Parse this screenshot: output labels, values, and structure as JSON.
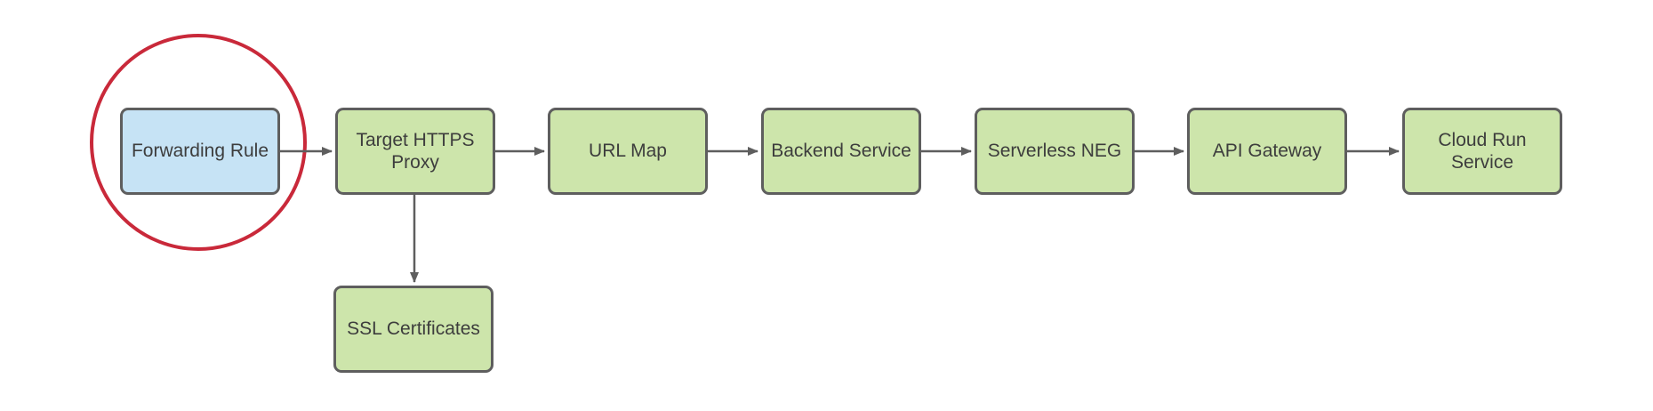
{
  "diagram": {
    "type": "flowchart",
    "colors": {
      "background": "#ffffff",
      "node_green_fill": "#cde5ab",
      "node_blue_fill": "#c6e3f5",
      "node_border": "#5e5e5e",
      "arrow": "#5e5e5e",
      "text": "#3d3d3d",
      "highlight_circle": "#c9293a"
    },
    "nodes": [
      {
        "label": "Forwarding Rule",
        "fill": "blue",
        "highlighted": true
      },
      {
        "label": "Target HTTPS\nProxy",
        "fill": "green",
        "highlighted": false
      },
      {
        "label": "URL Map",
        "fill": "green",
        "highlighted": false
      },
      {
        "label": "Backend Service",
        "fill": "green",
        "highlighted": false
      },
      {
        "label": "Serverless NEG",
        "fill": "green",
        "highlighted": false
      },
      {
        "label": "API Gateway",
        "fill": "green",
        "highlighted": false
      },
      {
        "label": "Cloud Run\nService",
        "fill": "green",
        "highlighted": false
      },
      {
        "label": "SSL Certificates",
        "fill": "green",
        "highlighted": false
      }
    ],
    "edges": [
      {
        "from": "Forwarding Rule",
        "to": "Target HTTPS Proxy"
      },
      {
        "from": "Target HTTPS Proxy",
        "to": "URL Map"
      },
      {
        "from": "URL Map",
        "to": "Backend Service"
      },
      {
        "from": "Backend Service",
        "to": "Serverless NEG"
      },
      {
        "from": "Serverless NEG",
        "to": "API Gateway"
      },
      {
        "from": "API Gateway",
        "to": "Cloud Run Service"
      },
      {
        "from": "Target HTTPS Proxy",
        "to": "SSL Certificates"
      }
    ],
    "annotations": [
      {
        "shape": "circle",
        "around": "Forwarding Rule",
        "color": "#c9293a"
      }
    ]
  }
}
